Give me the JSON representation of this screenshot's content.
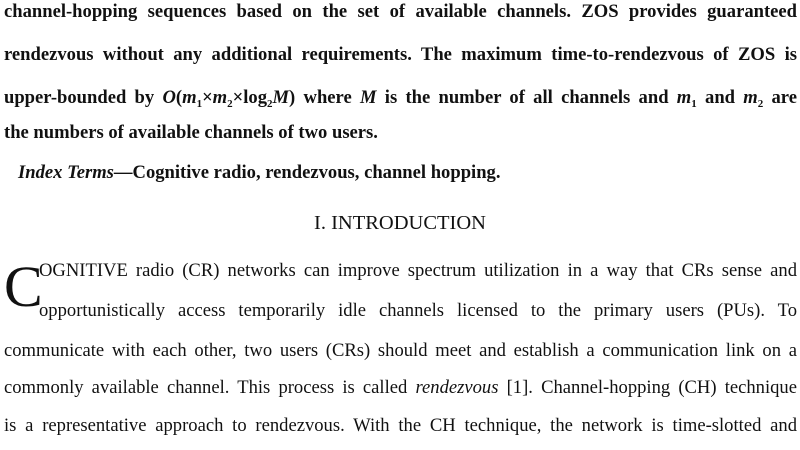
{
  "abstract": {
    "line1": "channel-hopping sequences based on the set of available channels. ZOS provides guaranteed",
    "line2": "rendezvous without any additional requirements. The maximum time-to-rendezvous of ZOS is",
    "line3_part1": "upper-bounded by ",
    "line3_math_O": "O",
    "line3_math_open": "(",
    "line3_math_m1": "m",
    "line3_sub1": "1",
    "line3_times1": "×",
    "line3_math_m2": "m",
    "line3_sub2": "2",
    "line3_times2": "×log",
    "line3_sub_log": "2",
    "line3_math_M": "M",
    "line3_math_close": ")",
    "line3_part2": " where ",
    "line3_M2": "M",
    "line3_part3": " is the number of all channels and ",
    "line3_m1b": "m",
    "line3_sub1b": "1",
    "line3_and": " and ",
    "line3_m2b": "m",
    "line3_sub2b": "2",
    "line3_are": " are",
    "line4": "the numbers of available channels of two users."
  },
  "index_terms": {
    "label": "Index Terms",
    "text": "—Cognitive radio, rendezvous, channel hopping."
  },
  "section": {
    "heading": "I.  INTRODUCTION"
  },
  "body": {
    "dropcap": "C",
    "line1": "OGNITIVE radio (CR) networks can improve spectrum utilization in a way that CRs sense and",
    "line2": "opportunistically access temporarily idle channels licensed to the primary users (PUs). To",
    "line3": "communicate with each other, two users (CRs) should meet and establish a communication link on a",
    "line4_part1": "commonly available channel. This process is called ",
    "line4_italic": "rendezvous",
    "line4_part2": " [1]. Channel-hopping (CH) technique",
    "line5": "is a representative approach to rendezvous. With the CH technique, the network is time-slotted and"
  }
}
